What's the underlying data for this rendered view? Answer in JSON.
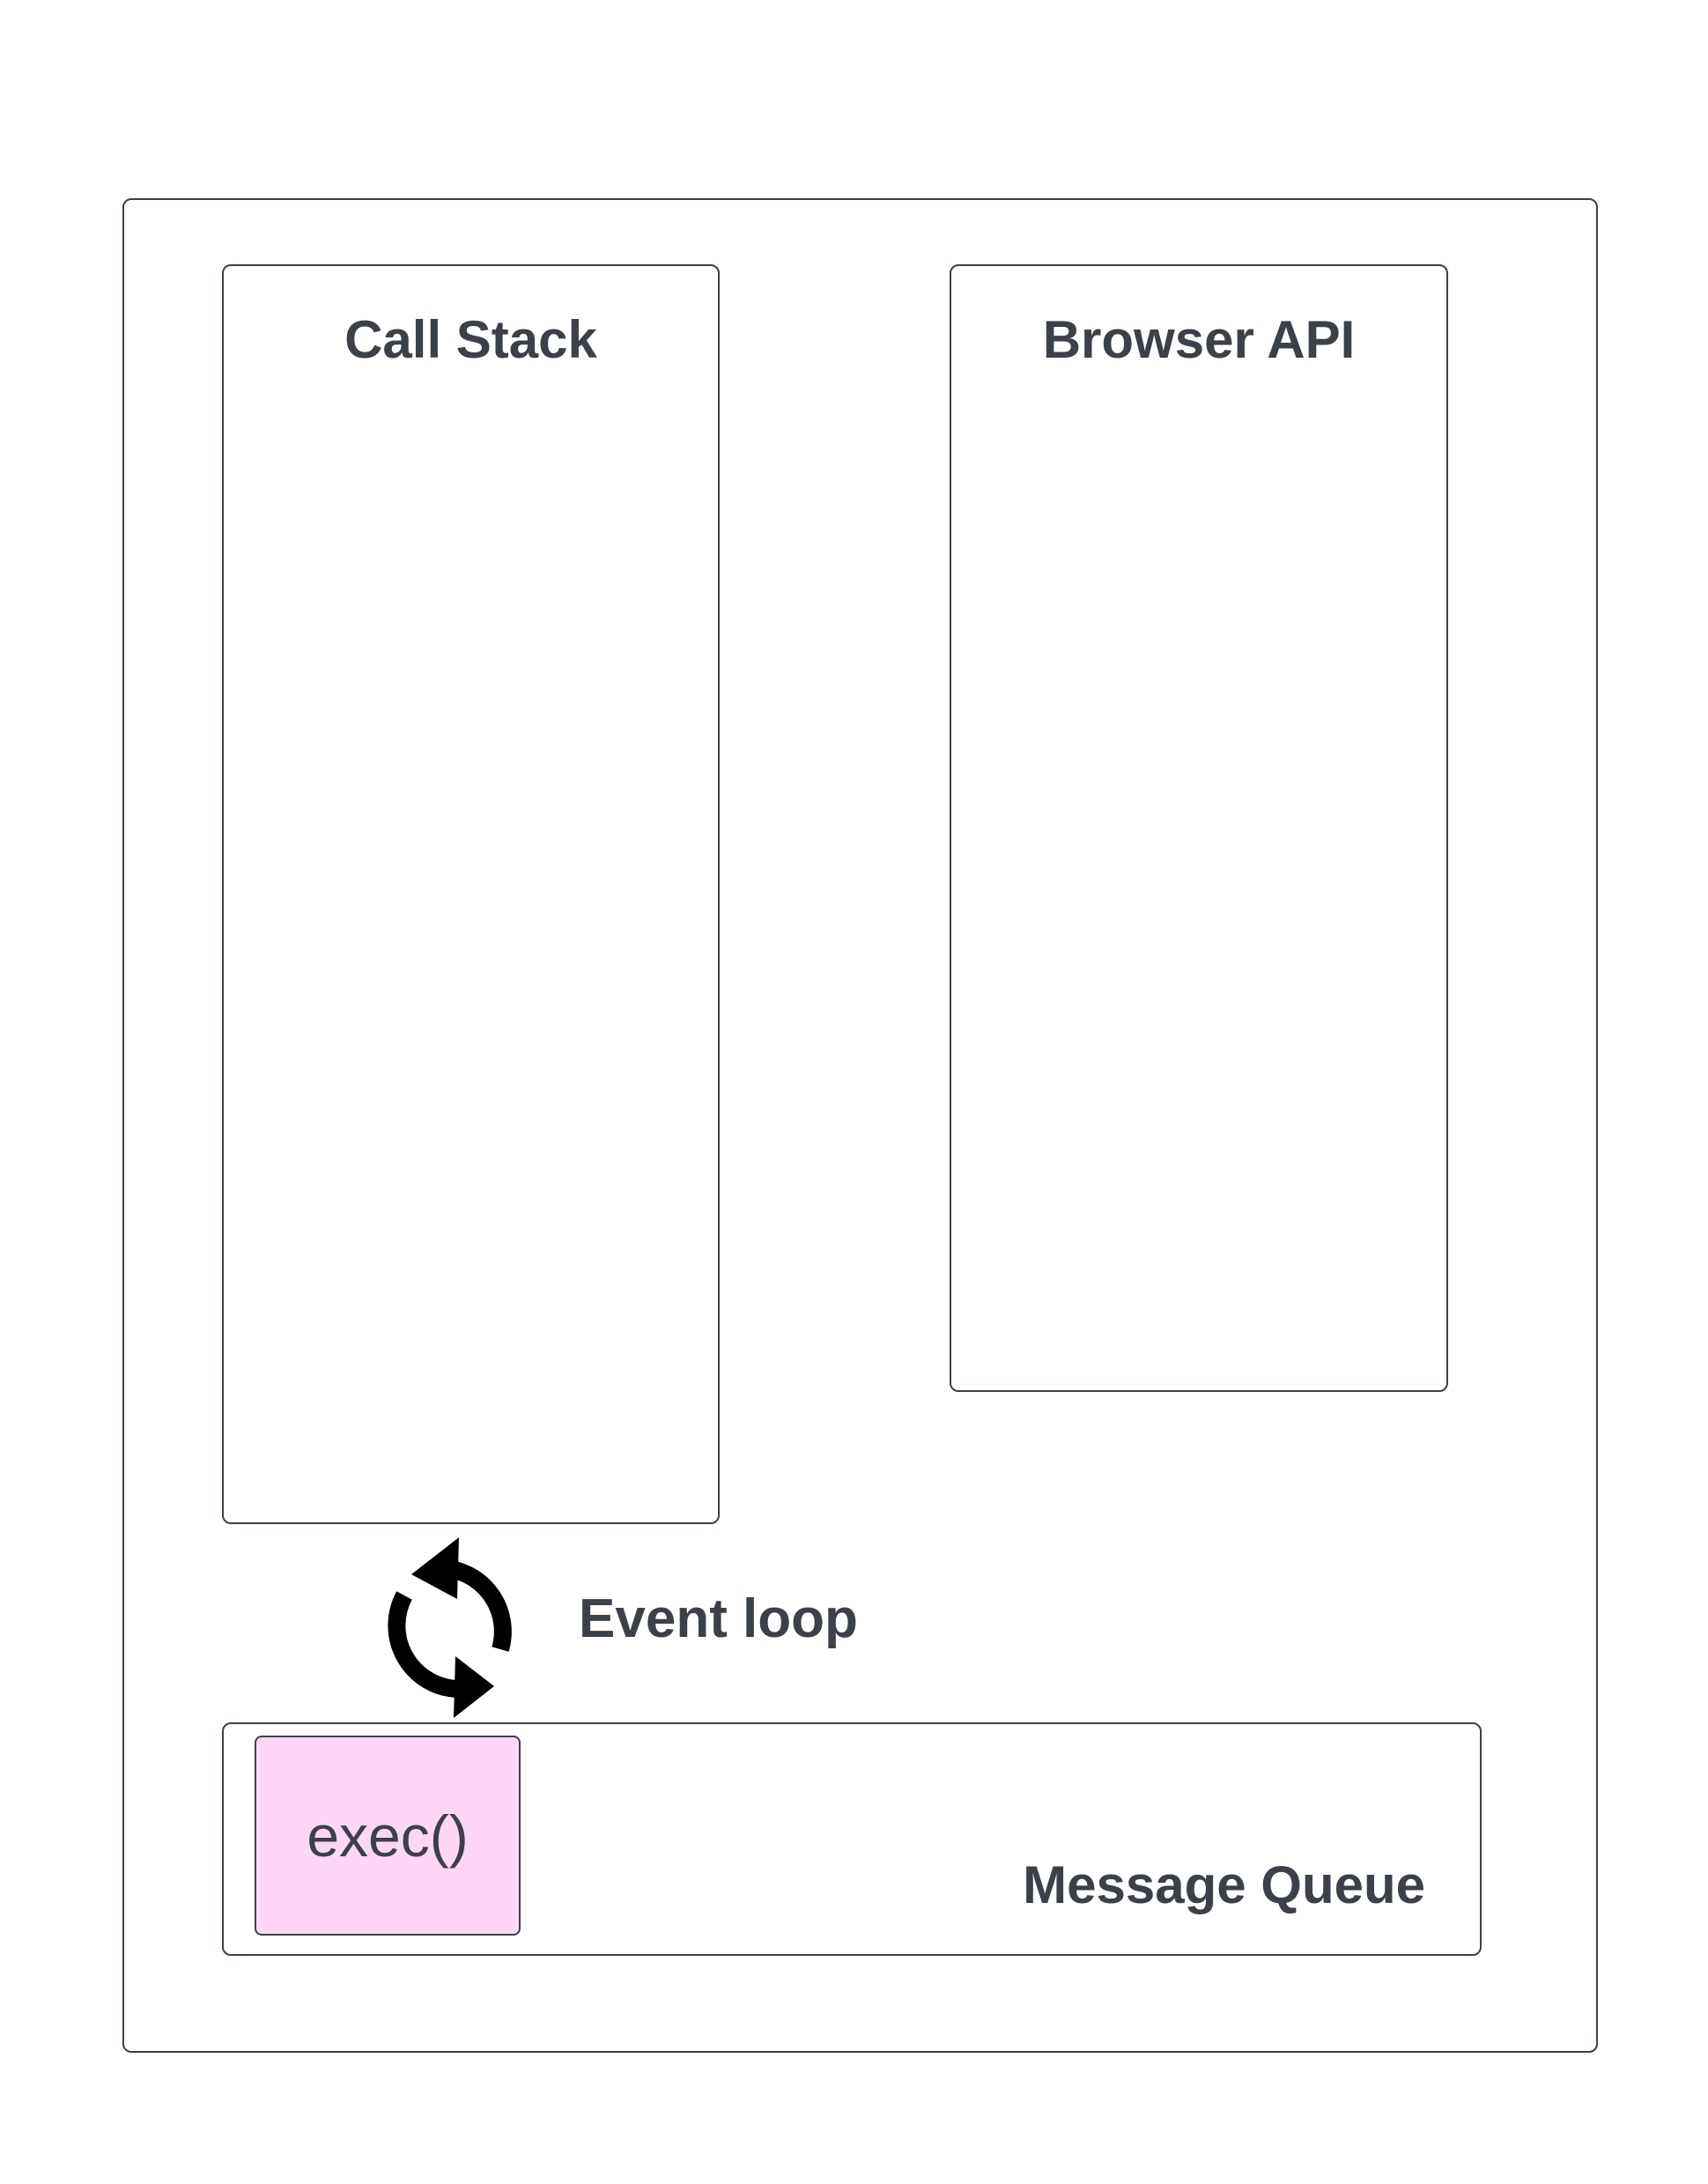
{
  "diagram": {
    "call_stack": {
      "title": "Call Stack"
    },
    "browser_api": {
      "title": "Browser API"
    },
    "event_loop": {
      "label": "Event loop",
      "icon": "refresh-icon"
    },
    "message_queue": {
      "label": "Message Queue",
      "items": [
        {
          "label": "exec()",
          "color": "#ffd6f5"
        }
      ]
    }
  },
  "colors": {
    "text": "#3a414a",
    "border": "#3a414a",
    "queue_item_fill": "#ffd6f5",
    "icon": "#000000"
  }
}
